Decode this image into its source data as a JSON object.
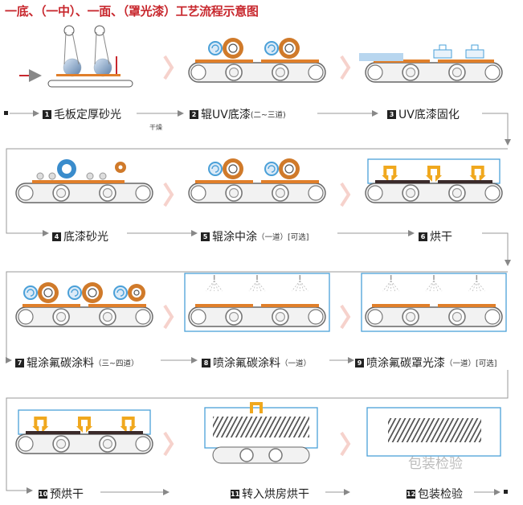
{
  "title": "一底、（一中）、一面、（罩光漆）工艺流程示意图",
  "colors": {
    "title": "#c8282e",
    "board": "#e07f2a",
    "roller": "#d07a2a",
    "blue": "#4aa0d8",
    "conveyor": "#f2f2f2",
    "chevron": "#f6d2cc",
    "arrow": "#888888"
  },
  "steps": [
    {
      "num": "1",
      "label": "毛板定厚砂光",
      "note": ""
    },
    {
      "num": "2",
      "label": "辊UV底漆",
      "note": "(二~三道)"
    },
    {
      "num": "3",
      "label": "UV底漆固化",
      "note": ""
    },
    {
      "num": "4",
      "label": "底漆砂光",
      "note": ""
    },
    {
      "num": "5",
      "label": "辊涂中涂",
      "note": "（一道）[可选]"
    },
    {
      "num": "6",
      "label": "烘干",
      "note": ""
    },
    {
      "num": "7",
      "label": "辊涂氟碳涂料",
      "note": "（三~四道）"
    },
    {
      "num": "8",
      "label": "喷涂氟碳涂料",
      "note": "（一道）"
    },
    {
      "num": "9",
      "label": "喷涂氟碳罩光漆",
      "note": "（一道）[可选]"
    },
    {
      "num": "10",
      "label": "预烘干",
      "note": ""
    },
    {
      "num": "11",
      "label": "转入烘房烘干",
      "note": ""
    },
    {
      "num": "12",
      "label": "包装检验",
      "note": ""
    }
  ],
  "side_note": "干燥",
  "watermark": "包装检验"
}
